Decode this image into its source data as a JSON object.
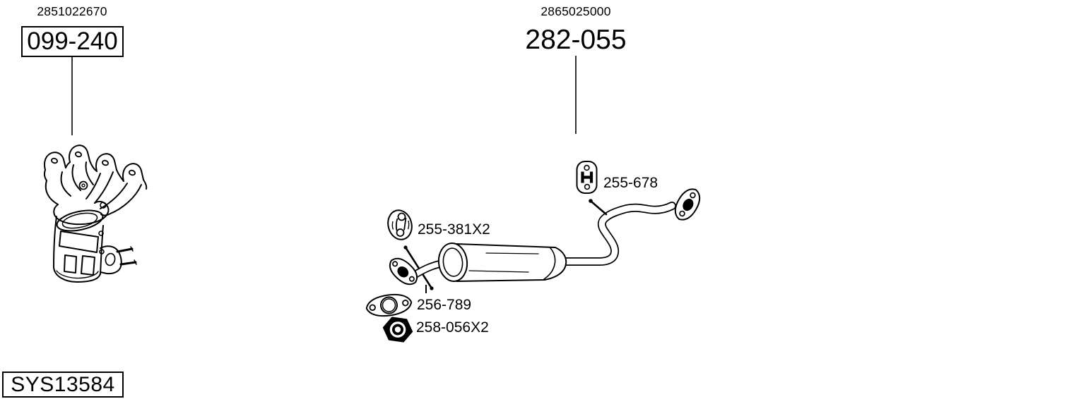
{
  "page": {
    "background_color": "#ffffff",
    "line_color": "#000000",
    "description": "Exhaust system parts diagram"
  },
  "assemblies": [
    {
      "oe_number": "2851022670",
      "part_number": "099-240",
      "boxed": true,
      "drawing": "catalytic-converter-with-manifold"
    },
    {
      "oe_number": "2865025000",
      "part_number": "282-055",
      "boxed": false,
      "drawing": "middle-silencer-with-tail-pipe"
    }
  ],
  "fittings": [
    {
      "part_number": "255-678",
      "icon": "exhaust-hanger-icon"
    },
    {
      "part_number": "255-381X2",
      "icon": "rubber-mount-icon"
    },
    {
      "part_number": "256-789",
      "icon": "gasket-icon"
    },
    {
      "part_number": "258-056X2",
      "icon": "hex-nut-icon"
    }
  ],
  "system_code": "SYS13584"
}
